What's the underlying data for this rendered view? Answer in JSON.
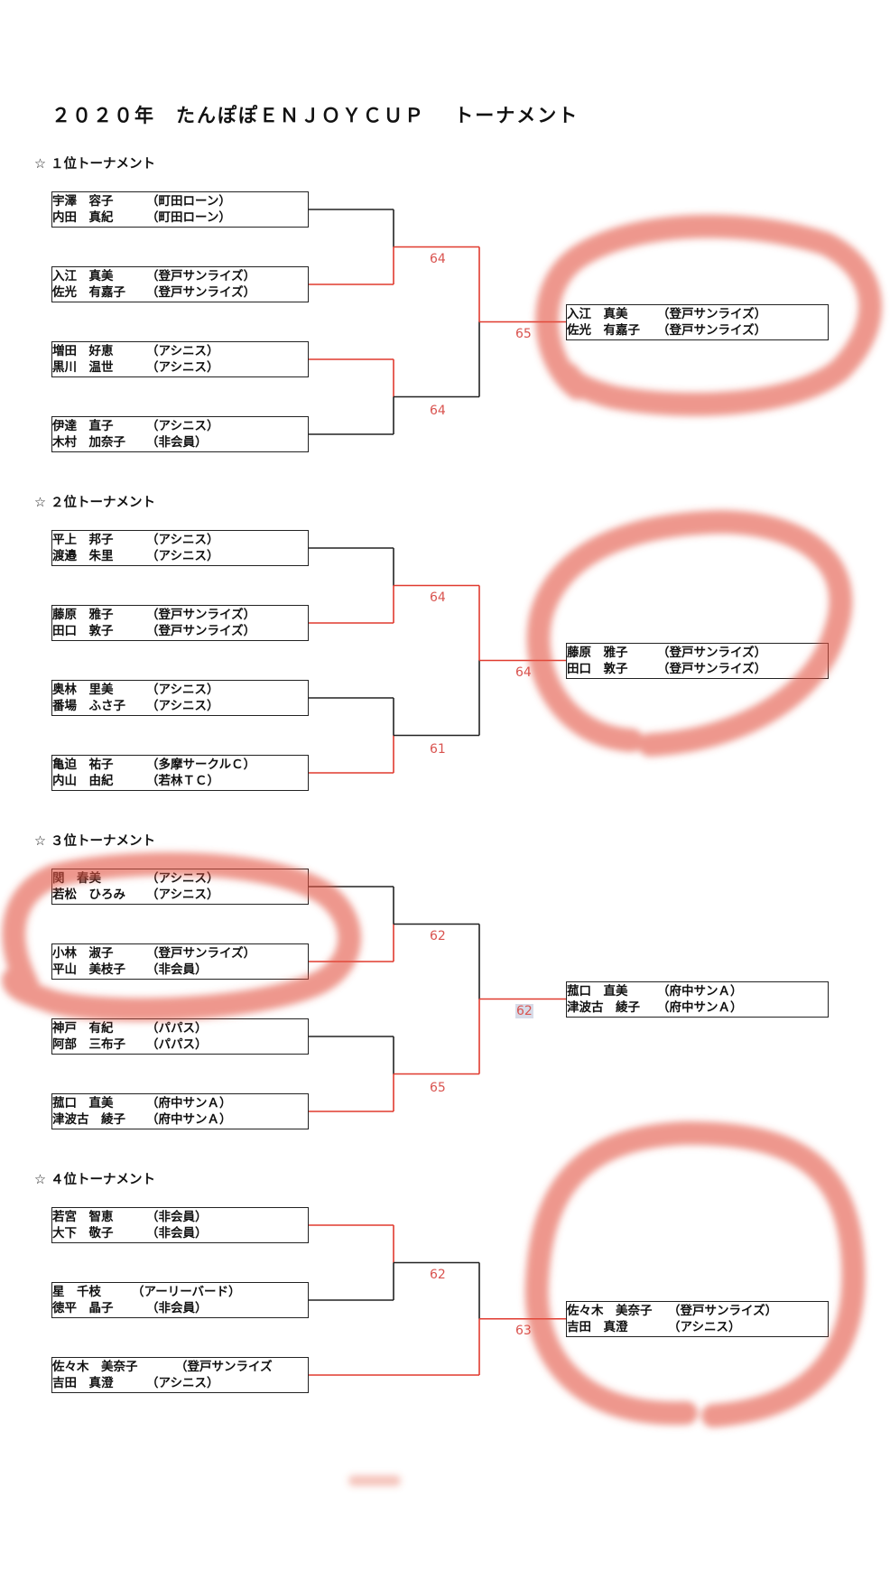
{
  "title": "２０２０年　たんぽぽＥＮＪＯＹＣＵＰ　 トーナメント",
  "colors": {
    "line": "#222222",
    "winner_line": "#e03a2f",
    "score": "#d9534f",
    "circle": "#e2523f"
  },
  "sections": [
    {
      "heading": "☆ １位トーナメント",
      "pairs": [
        {
          "p1": {
            "name": "宇澤　容子",
            "team": "（町田ローン）"
          },
          "p2": {
            "name": "内田　真紀",
            "team": "（町田ローン）"
          }
        },
        {
          "p1": {
            "name": "入江　真美",
            "team": "（登戸サンライズ）"
          },
          "p2": {
            "name": "佐光　有嘉子",
            "team": "（登戸サンライズ）"
          }
        },
        {
          "p1": {
            "name": "増田　好恵",
            "team": "（アシニス）"
          },
          "p2": {
            "name": "黒川　温世",
            "team": "（アシニス）"
          }
        },
        {
          "p1": {
            "name": "伊達　直子",
            "team": "（アシニス）"
          },
          "p2": {
            "name": "木村　加奈子",
            "team": "（非会員）"
          }
        }
      ],
      "semi_scores": [
        "64",
        "64"
      ],
      "final_score": "65",
      "winner": {
        "p1": {
          "name": "入江　真美",
          "team": "（登戸サンライズ）"
        },
        "p2": {
          "name": "佐光　有嘉子",
          "team": "（登戸サンライズ）"
        }
      }
    },
    {
      "heading": "☆ ２位トーナメント",
      "pairs": [
        {
          "p1": {
            "name": "平上　邦子",
            "team": "（アシニス）"
          },
          "p2": {
            "name": "渡邉　朱里",
            "team": "（アシニス）"
          }
        },
        {
          "p1": {
            "name": "藤原　雅子",
            "team": "（登戸サンライズ）"
          },
          "p2": {
            "name": "田口　敦子",
            "team": "（登戸サンライズ）"
          }
        },
        {
          "p1": {
            "name": "奥林　里美",
            "team": "（アシニス）"
          },
          "p2": {
            "name": "番場　ふさ子",
            "team": "（アシニス）"
          }
        },
        {
          "p1": {
            "name": "亀迫　祐子",
            "team": "（多摩サークルＣ）"
          },
          "p2": {
            "name": "内山　由紀",
            "team": "（若林ＴＣ）"
          }
        }
      ],
      "semi_scores": [
        "64",
        "61"
      ],
      "final_score": "64",
      "winner": {
        "p1": {
          "name": "藤原　雅子",
          "team": "（登戸サンライズ）"
        },
        "p2": {
          "name": "田口　敦子",
          "team": "（登戸サンライズ）"
        }
      }
    },
    {
      "heading": "☆ ３位トーナメント",
      "pairs": [
        {
          "p1": {
            "name": "関　春美",
            "team": "（アシニス）"
          },
          "p2": {
            "name": "若松　ひろみ",
            "team": "（アシニス）"
          }
        },
        {
          "p1": {
            "name": "小林　淑子",
            "team": "（登戸サンライズ）"
          },
          "p2": {
            "name": "平山　美枝子",
            "team": "（非会員）"
          }
        },
        {
          "p1": {
            "name": "神戸　有紀",
            "team": "（パパス）"
          },
          "p2": {
            "name": "阿部　三布子",
            "team": "（パパス）"
          }
        },
        {
          "p1": {
            "name": "菰口　直美",
            "team": "（府中サンＡ）"
          },
          "p2": {
            "name": "津波古　綾子",
            "team": "（府中サンＡ）"
          }
        }
      ],
      "semi_scores": [
        "62",
        "65"
      ],
      "final_score": "62",
      "winner": {
        "p1": {
          "name": "菰口　直美",
          "team": "（府中サンＡ）"
        },
        "p2": {
          "name": "津波古　綾子",
          "team": "（府中サンＡ）"
        }
      }
    },
    {
      "heading": "☆ ４位トーナメント",
      "pairs": [
        {
          "p1": {
            "name": "若宮　智恵",
            "team": "（非会員）"
          },
          "p2": {
            "name": "大下　敬子",
            "team": "（非会員）"
          }
        },
        {
          "p1": {
            "name": "星　千枝",
            "team": "（アーリーバード）"
          },
          "p2": {
            "name": "徳平　晶子",
            "team": "（非会員）"
          }
        },
        {
          "p1": {
            "name": "佐々木　美奈子",
            "team": "（登戸サンライズ"
          },
          "p2": {
            "name": "吉田　真澄",
            "team": "（アシニス）"
          }
        }
      ],
      "semi_scores": [
        "62"
      ],
      "final_score": "63",
      "winner": {
        "p1": {
          "name": "佐々木　美奈子",
          "team": "（登戸サンライズ）"
        },
        "p2": {
          "name": "吉田　真澄",
          "team": "（アシニス）"
        }
      }
    }
  ]
}
